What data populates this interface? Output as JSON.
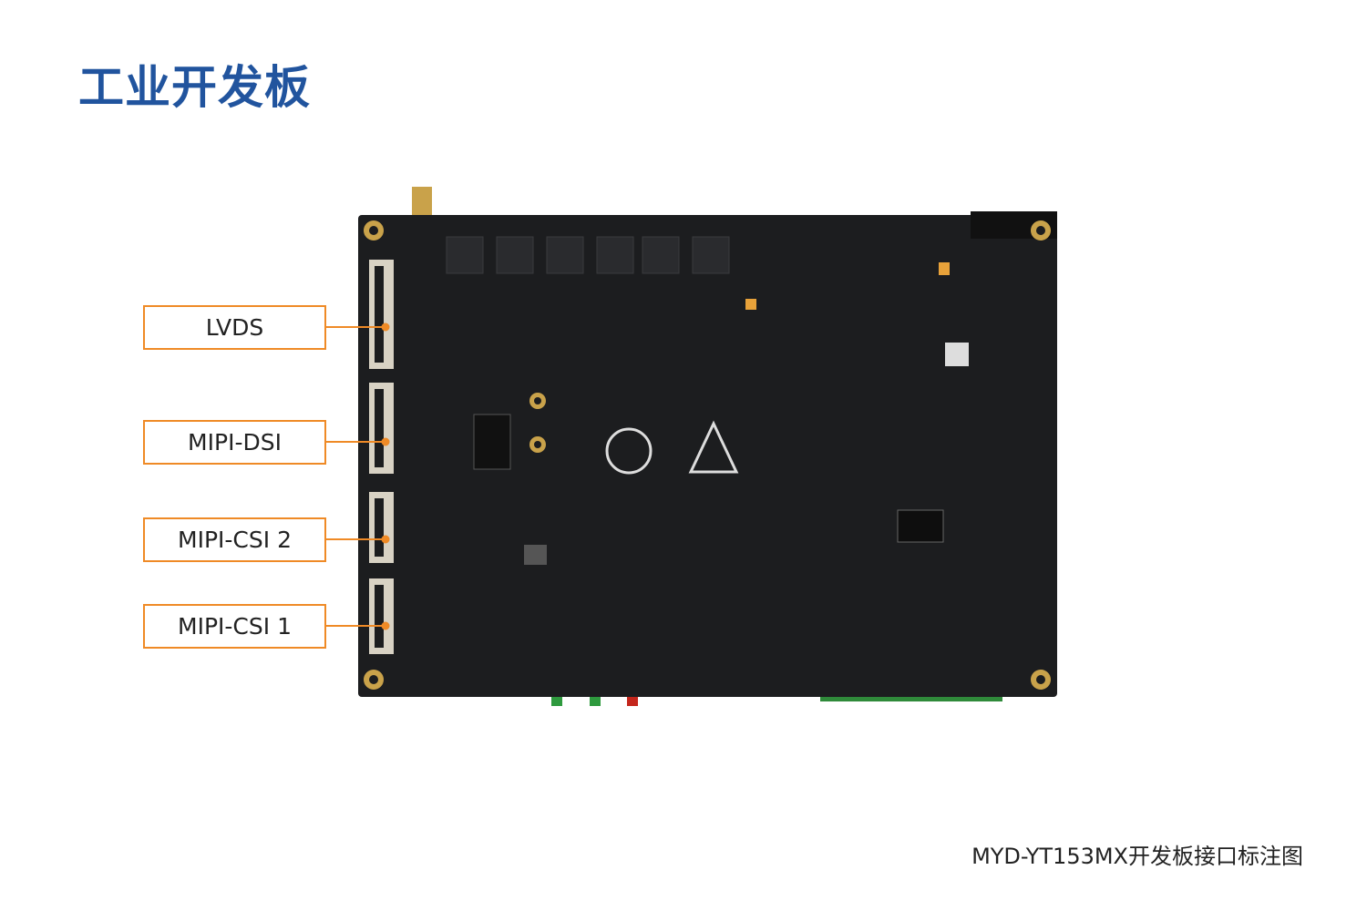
{
  "title": "工业开发板",
  "caption": "MYD-YT153MX开发板接口标注图",
  "labels": [
    {
      "text": "LVDS"
    },
    {
      "text": "MIPI-DSI"
    },
    {
      "text": "MIPI-CSI 2"
    },
    {
      "text": "MIPI-CSI 1"
    }
  ],
  "colors": {
    "accent": "#ef8a26",
    "title": "#21549e",
    "board": "#1c1d1f"
  }
}
